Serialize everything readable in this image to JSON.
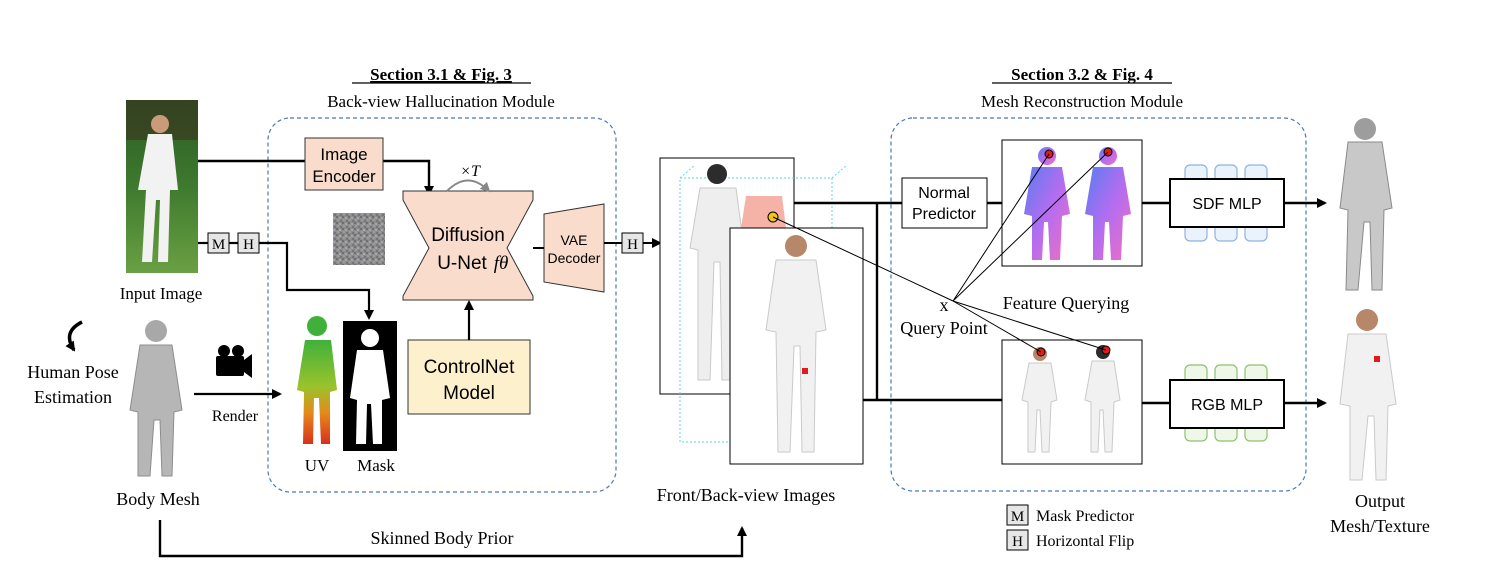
{
  "sections": {
    "left": {
      "heading": "Section 3.1 & Fig. 3",
      "subtitle": "Back-view Hallucination Module"
    },
    "right": {
      "heading": "Section 3.2 & Fig. 4",
      "subtitle": "Mesh Reconstruction Module"
    }
  },
  "labels": {
    "input_image": "Input Image",
    "human_pose_estimation_1": "Human Pose",
    "human_pose_estimation_2": "Estimation",
    "render": "Render",
    "body_mesh": "Body Mesh",
    "uv": "UV",
    "mask": "Mask",
    "skinned_body_prior": "Skinned Body Prior",
    "front_back_images": "Front/Back-view Images",
    "feature_querying": "Feature Querying",
    "query_point": "Query Point",
    "query_x": "x",
    "output_1": "Output",
    "output_2": "Mesh/Texture",
    "times_t": "×T"
  },
  "boxes": {
    "image_encoder": [
      "Image",
      "Encoder"
    ],
    "diffusion_unet": [
      "Diffusion",
      "U-Net"
    ],
    "diffusion_symbol": "fθ",
    "vae_decoder": [
      "VAE",
      "Decoder"
    ],
    "controlnet": [
      "ControlNet",
      "Model"
    ],
    "normal_predictor": [
      "Normal",
      "Predictor"
    ],
    "sdf_mlp": "SDF MLP",
    "rgb_mlp": "RGB MLP"
  },
  "tags": {
    "m": "M",
    "h": "H"
  },
  "legend": [
    {
      "key": "M",
      "text": "Mask Predictor"
    },
    {
      "key": "H",
      "text": "Horizontal Flip"
    }
  ],
  "colors": {
    "module_border": "#4a78b8",
    "encoder_fill": "#f9dccb",
    "controlnet_fill": "#fdf0cc",
    "tag_fill": "#e6e6e6",
    "sdf_mlp_nodes": "#8fb3e0",
    "rgb_mlp_nodes": "#8cc36e",
    "query_point_red": "#e01b1b",
    "query_point_yellow": "#f3c316"
  }
}
